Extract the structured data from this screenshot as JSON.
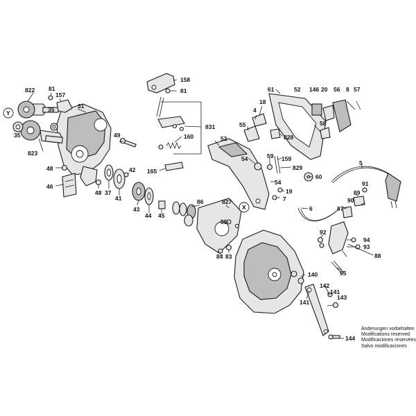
{
  "diagram": {
    "labels": {
      "p822": "822",
      "p81a": "81",
      "p157": "157",
      "p31": "31",
      "p35a": "35",
      "p35b": "35",
      "p823": "823",
      "pY": "Y",
      "p49": "49",
      "p48a": "48",
      "p46": "46",
      "p48b": "48",
      "p37": "37",
      "p41": "41",
      "p42": "42",
      "p43": "43",
      "p44": "44",
      "p45": "45",
      "p158": "158",
      "p81b": "81",
      "p831": "831",
      "p160": "160",
      "p165": "165",
      "p61": "61",
      "p52a": "52",
      "p146": "146",
      "p20": "20",
      "p56": "56",
      "p8": "8",
      "p57": "57",
      "p18": "18",
      "p4": "4",
      "p55": "55",
      "p58": "58",
      "p828": "828",
      "p52b": "52",
      "p159": "159",
      "p54a": "54",
      "p59": "59",
      "p829": "829",
      "p60": "60",
      "p54b": "54",
      "p19": "19",
      "p7": "7",
      "p5": "5",
      "p91": "91",
      "p89": "89",
      "p90": "90",
      "p87": "87",
      "p6": "6",
      "p86": "86",
      "p827": "827",
      "pX": "X",
      "p85": "85",
      "p83": "83",
      "p84": "84",
      "p92": "92",
      "p94": "94",
      "p93": "93",
      "p88": "88",
      "p95": "95",
      "p140": "140",
      "p141a": "141",
      "p142": "142",
      "p141b": "141",
      "p143": "143",
      "p144": "144"
    },
    "notes": [
      "Änderungen vorbehalten",
      "Modifications reserved",
      "Modificaciones reservées",
      "Salvo modificaciones"
    ]
  }
}
